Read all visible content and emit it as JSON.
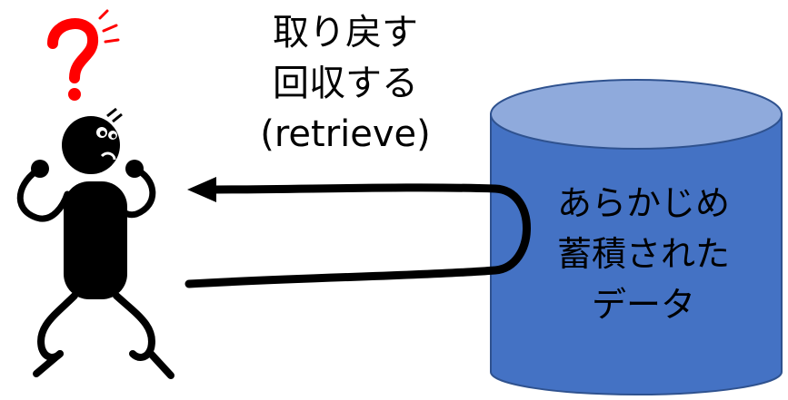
{
  "caption": {
    "line1": "取り戻す",
    "line2": "回収する",
    "line3": "(retrieve)"
  },
  "cylinder": {
    "line1": "あらかじめ",
    "line2": "蓄積された",
    "line3": "データ"
  },
  "colors": {
    "cylinder_fill": "#4472C4",
    "cylinder_top": "#8FAADC",
    "cylinder_stroke": "#2F528F",
    "question_mark": "#FF0000",
    "figure": "#000000"
  },
  "icons": [
    "confused-person-icon",
    "question-mark-icon",
    "database-cylinder-icon",
    "retrieve-arrow-icon"
  ]
}
